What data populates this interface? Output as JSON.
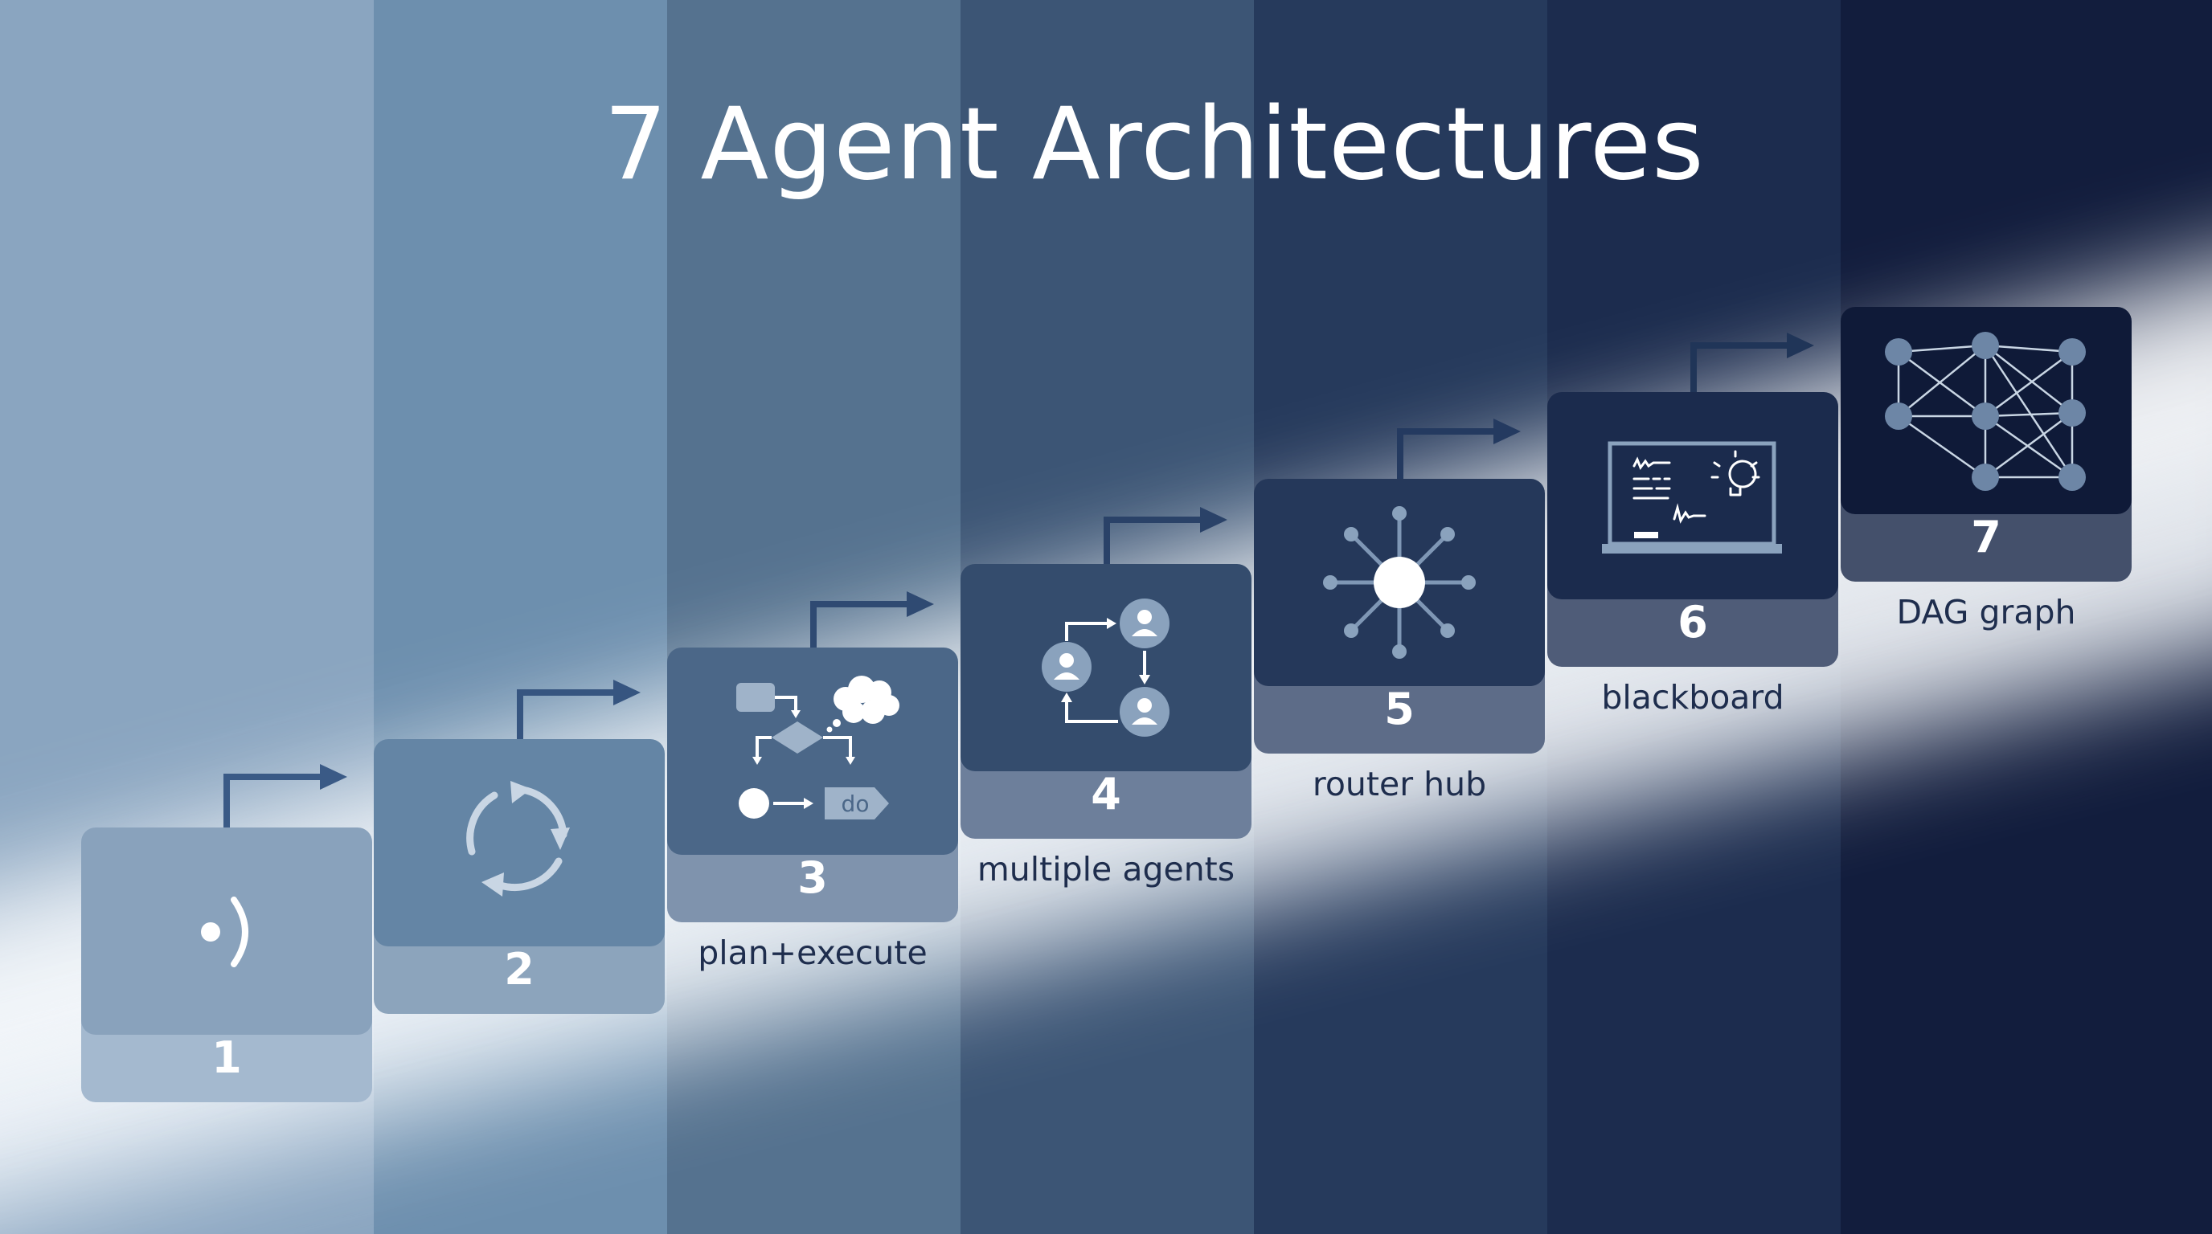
{
  "title": "7 Agent Architectures",
  "architectures": [
    {
      "number": "1",
      "label": ""
    },
    {
      "number": "2",
      "label": ""
    },
    {
      "number": "3",
      "label": "plan+execute",
      "icon_text": "do"
    },
    {
      "number": "4",
      "label": "multiple agents"
    },
    {
      "number": "5",
      "label": "router hub"
    },
    {
      "number": "6",
      "label": "blackboard"
    },
    {
      "number": "7",
      "label": "DAG graph"
    }
  ],
  "icons": [
    "wave-icon",
    "cycle-icon",
    "flowchart-icon",
    "agents-loop-icon",
    "hub-icon",
    "blackboard-icon",
    "dag-icon"
  ],
  "colors": {
    "bands": [
      "#8aa5c0",
      "#6d8fae",
      "#55728f",
      "#3c5575",
      "#263a5c",
      "#1c2c4e",
      "#121d3d"
    ],
    "card_heads": [
      "#89a2bc",
      "#6485a5",
      "#4b6788",
      "#344c6d",
      "#25385a",
      "#1b2b4d",
      "#0f1a38"
    ],
    "card_feet": [
      "#a4b9cf",
      "#8ca4bc",
      "#7f93ad",
      "#6d7f9b",
      "#5d6c88",
      "#4f5c78",
      "#44506b"
    ],
    "arrow": "#2c4266",
    "title": "#ffffff"
  }
}
